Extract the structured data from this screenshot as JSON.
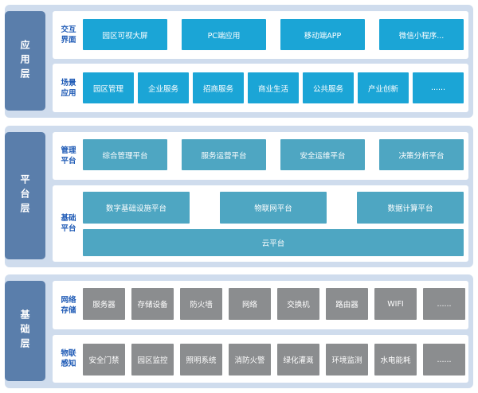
{
  "layers": {
    "app": {
      "title": "应用层",
      "interaction": {
        "label": "交互界面",
        "items": [
          "园区可视大屏",
          "PC端应用",
          "移动端APP",
          "微信小程序..."
        ]
      },
      "scenario": {
        "label": "场景应用",
        "items": [
          "园区管理",
          "企业服务",
          "招商服务",
          "商业生活",
          "公共服务",
          "产业创新",
          "......"
        ]
      }
    },
    "platform": {
      "title": "平台层",
      "management": {
        "label": "管理平台",
        "items": [
          "综合管理平台",
          "服务运营平台",
          "安全运维平台",
          "决策分析平台"
        ]
      },
      "basic": {
        "label": "基础平台",
        "items": [
          "数字基础设施平台",
          "物联网平台",
          "数据计算平台"
        ],
        "cloud": "云平台"
      }
    },
    "infra": {
      "title": "基础层",
      "network": {
        "label": "网络存储",
        "items": [
          "服务器",
          "存储设备",
          "防火墙",
          "网络",
          "交换机",
          "路由器",
          "WIFI",
          "......"
        ]
      },
      "iot": {
        "label": "物联感知",
        "items": [
          "安全门禁",
          "园区监控",
          "照明系统",
          "消防火警",
          "绿化灌溉",
          "环境监测",
          "水电能耗",
          "......"
        ]
      }
    }
  },
  "colors": {
    "layer_bg": "#cfdced",
    "layer_label_bg": "#5a7eab",
    "row_label_text": "#1f5bb6",
    "app_box": "#1ba5d6",
    "platform_box": "#4ea6c2",
    "infra_box": "#8b8d8f"
  }
}
